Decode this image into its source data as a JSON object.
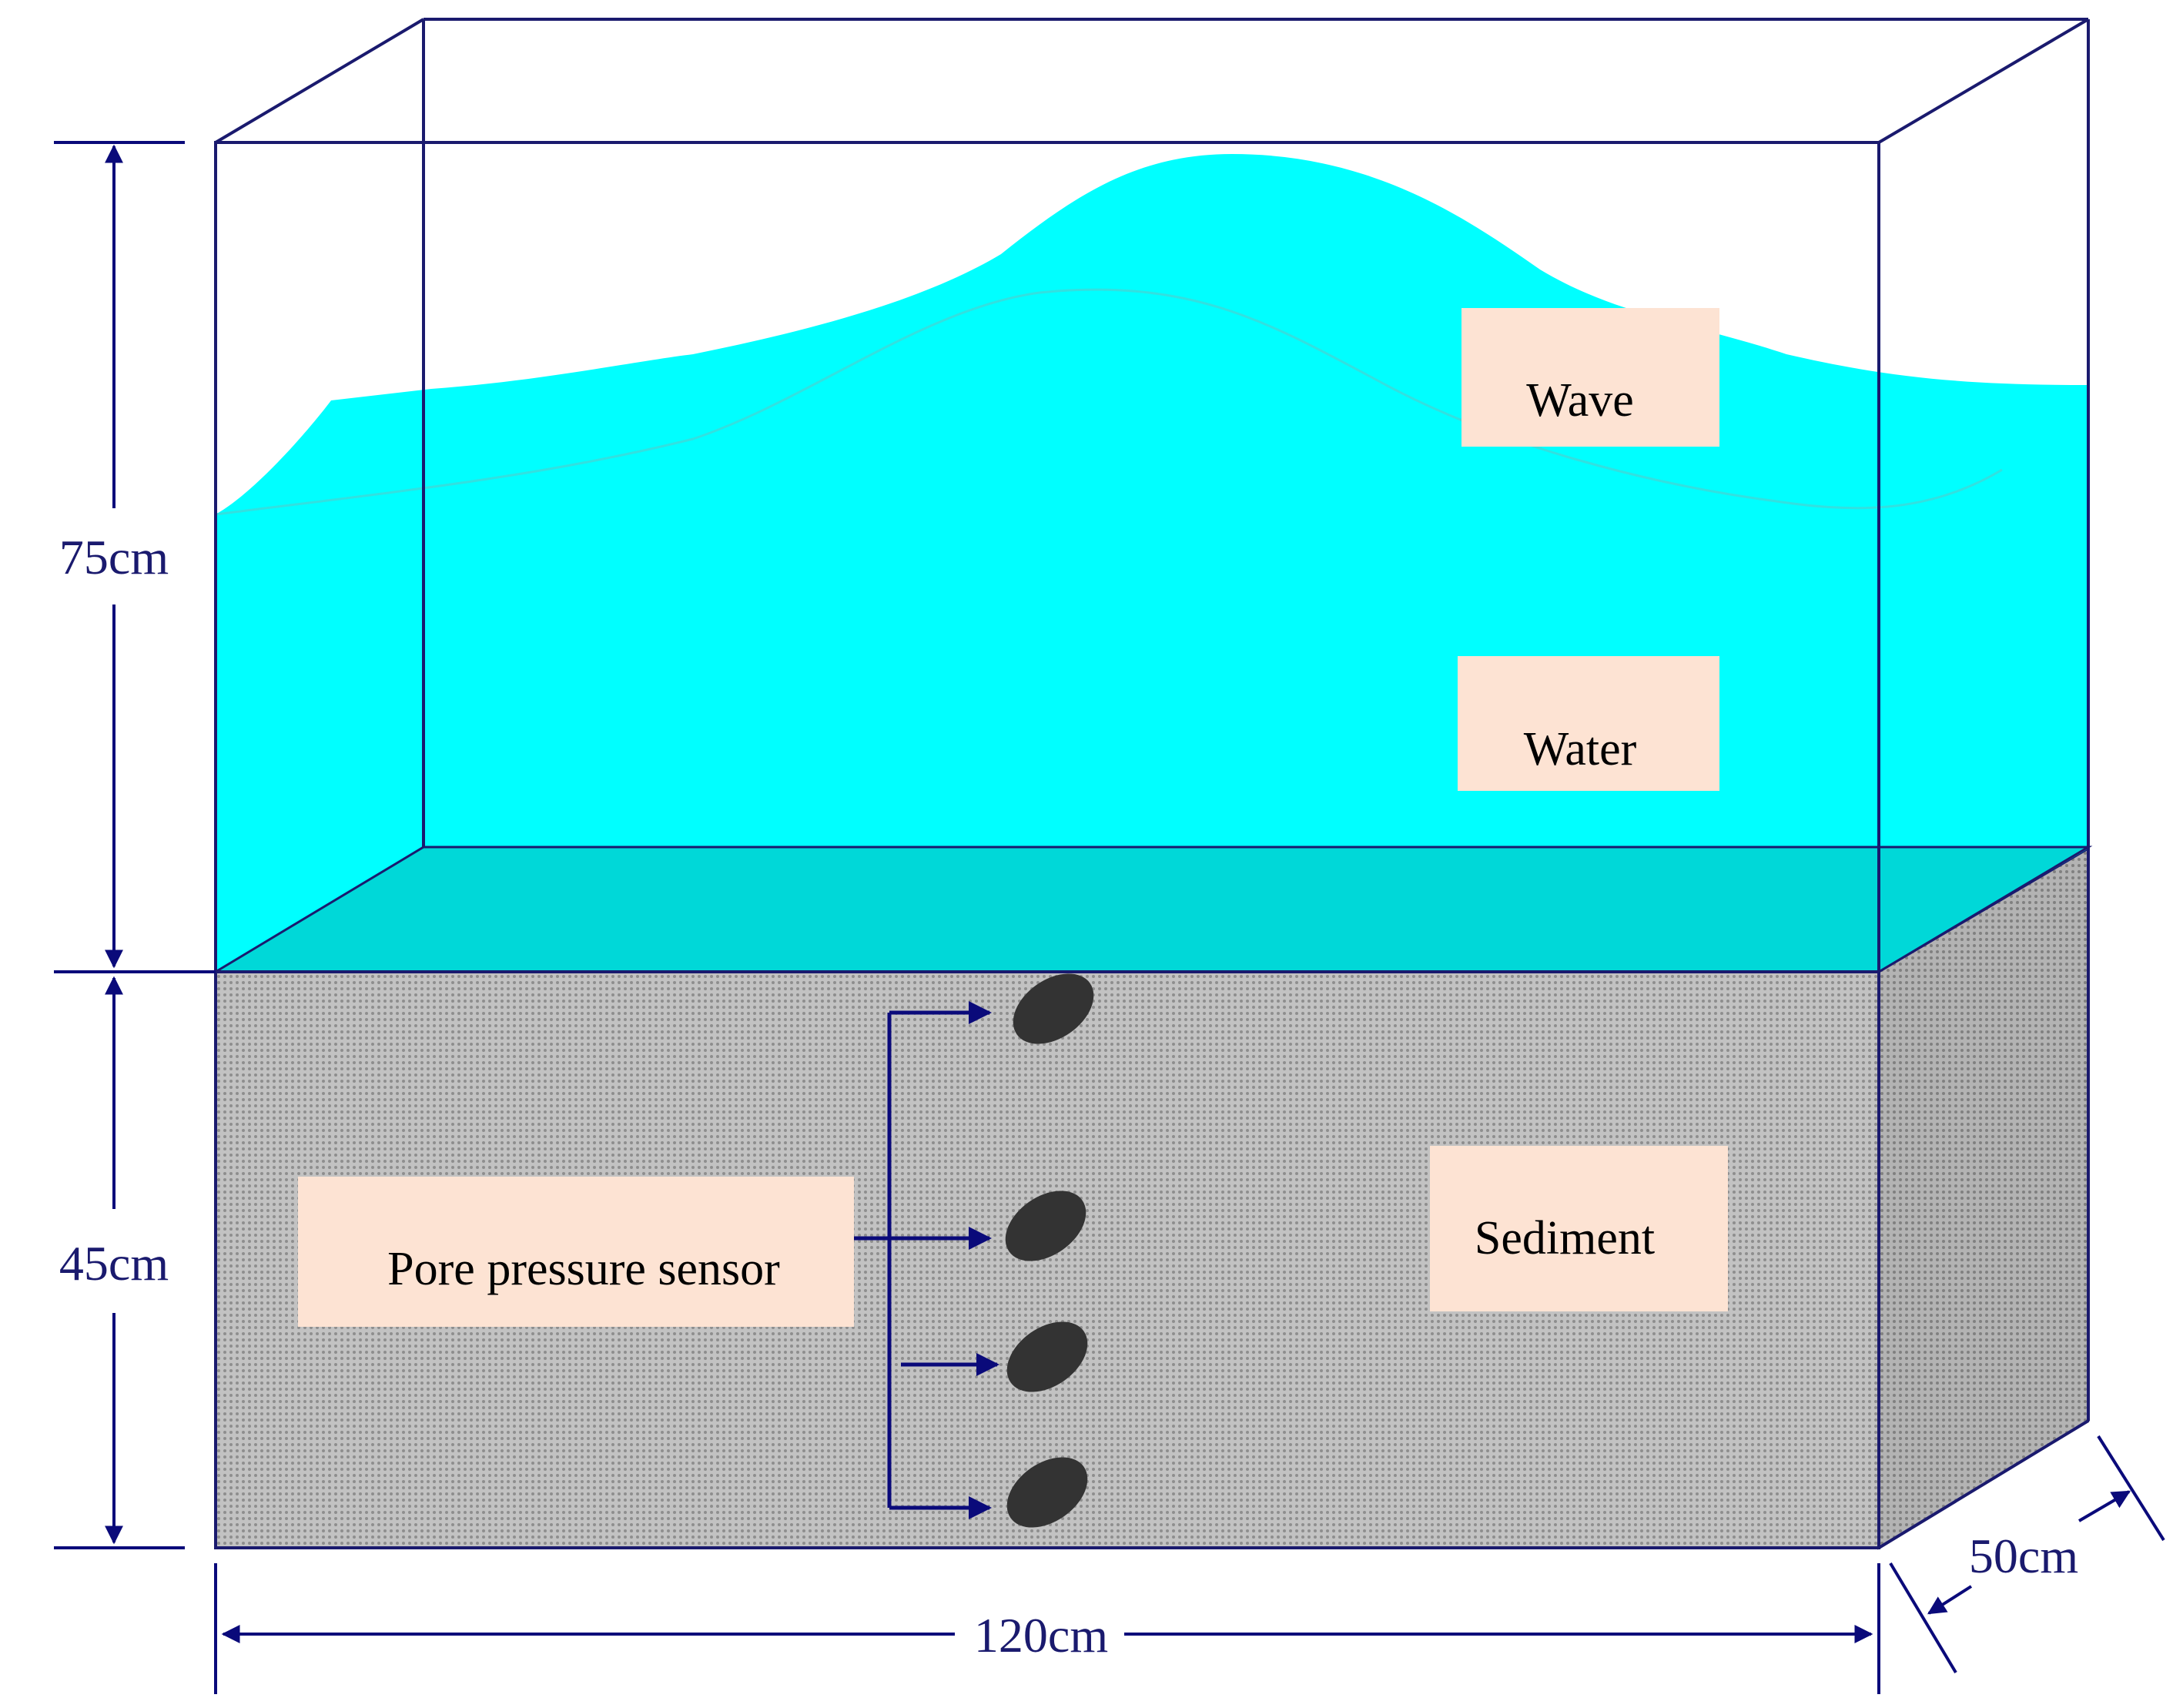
{
  "labels": {
    "wave": "Wave",
    "water": "Water",
    "sediment": "Sediment",
    "sensor": "Pore pressure sensor"
  },
  "dimensions": {
    "water_depth": "75cm",
    "sediment_depth": "45cm",
    "length": "120cm",
    "width": "50cm"
  },
  "colors": {
    "water": "#00ffff",
    "sediment": "#b8b8b8",
    "frame": "#1a1a6e",
    "label_box": "#fde3d3",
    "sensor": "#333333",
    "arrow": "#0a0a7a"
  },
  "sensor_count": 4
}
